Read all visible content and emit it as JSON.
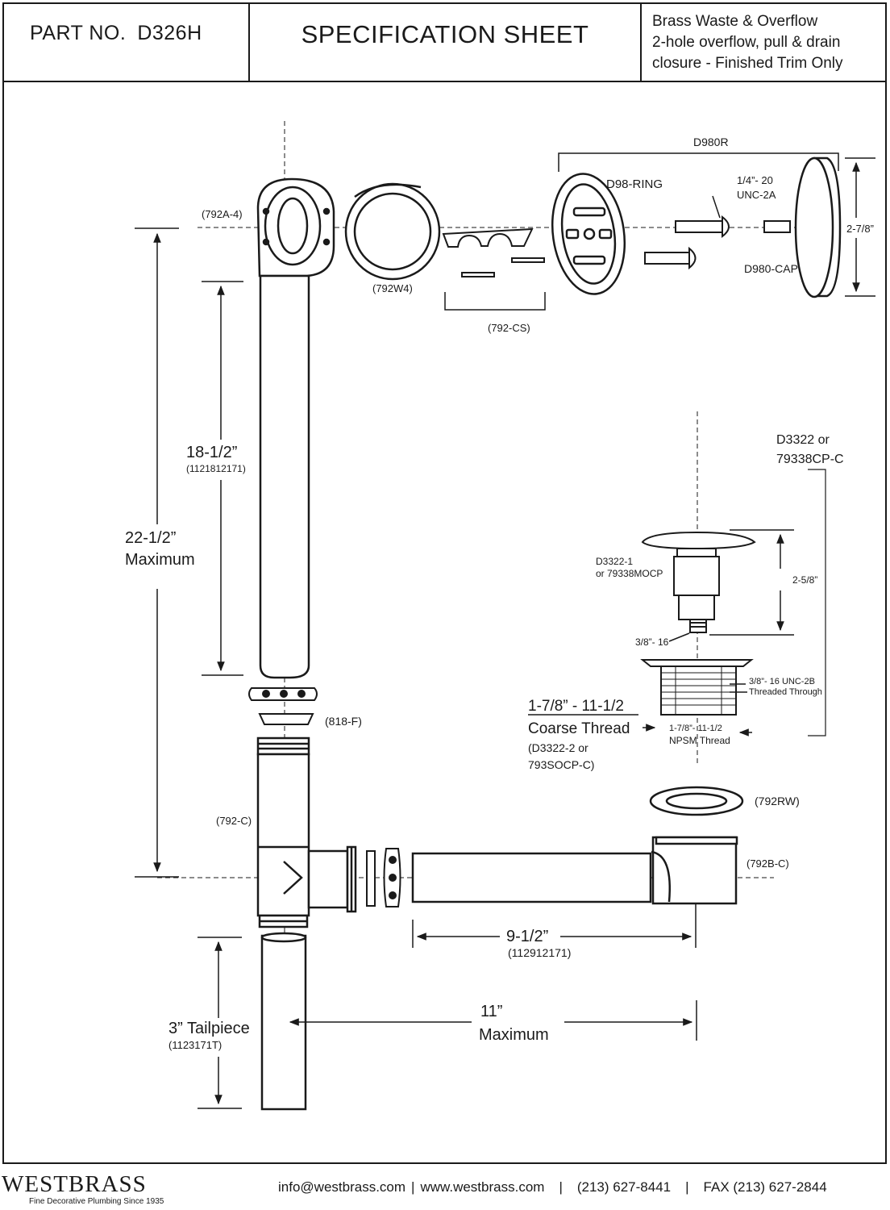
{
  "header": {
    "part_label": "PART NO.",
    "part_number": "D326H",
    "title": "SPECIFICATION SHEET",
    "description": [
      "Brass Waste & Overflow",
      "2-hole overflow, pull & drain",
      "closure - Finished Trim Only"
    ]
  },
  "labels": {
    "elbow": "(792A-4)",
    "washer": "(792W4)",
    "clip": "(792-CS)",
    "trim_kit": "D980R",
    "ring": "D98-RING",
    "screw_top": "1/4”- 20",
    "screw_bottom": "UNC-2A",
    "cap_height": "2-7/8”",
    "cap": "D980-CAP",
    "drop_length": "18-1/2”",
    "drop_code": "(1121812171)",
    "total_top": "22-1/2”",
    "total_bottom": "Maximum",
    "coupling": "(818-F)",
    "drain_top": "D3322 or",
    "drain_bottom": "79338CP-C",
    "stopper_top": "D3322-1",
    "stopper_bottom": "or 79338MOCP",
    "stopper_height": "2-5/8”",
    "stopper_thread": "3/8”- 16",
    "body_thread_top": "3/8”- 16 UNC-2B",
    "body_thread_bottom": "Threaded Through",
    "coarse_top": "1-7/8” - 11-1/2",
    "coarse_bottom": "Coarse Thread",
    "coarse_code_top": "(D3322-2 or",
    "coarse_code_bottom": "793SOCP-C)",
    "npsm_top": "1-7/8”- 11-1/2",
    "npsm_bottom": "NPSM Thread",
    "drain_washer": "(792RW)",
    "tee": "(792-C)",
    "shoe": "(792B-C)",
    "arm_length": "9-1/2”",
    "arm_code": "(112912171)",
    "reach_top": "11”",
    "reach_bottom": "Maximum",
    "tail_length": "3” Tailpiece",
    "tail_code": "(1123171T)"
  },
  "footer": {
    "brand": "WESTBRASS",
    "tagline": "Fine Decorative Plumbing Since 1935",
    "email": "info@westbrass.com",
    "website": "www.westbrass.com",
    "phone": "(213) 627-8441",
    "fax": "FAX (213) 627-2844"
  }
}
